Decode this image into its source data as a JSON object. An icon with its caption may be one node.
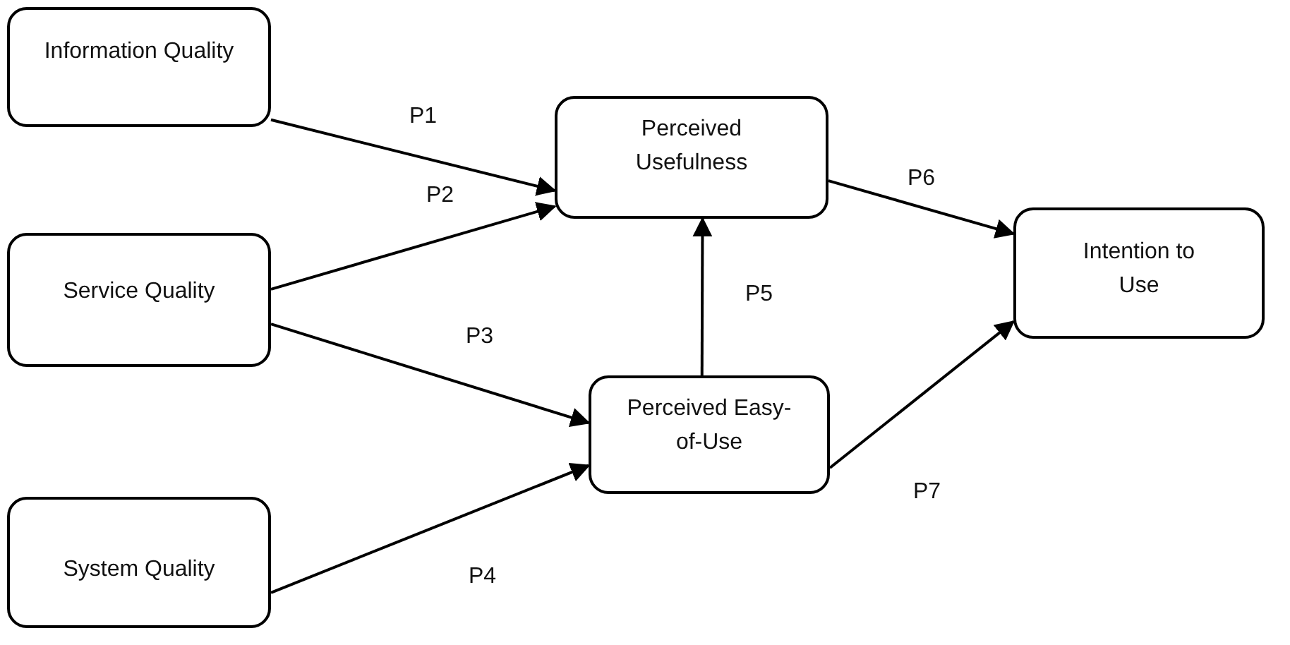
{
  "diagram": {
    "nodes": [
      {
        "text": [
          "Information Quality"
        ]
      },
      {
        "text": [
          "Service Quality"
        ]
      },
      {
        "text": [
          "System Quality"
        ]
      },
      {
        "text": [
          "Perceived Usefulness"
        ]
      },
      {
        "text": [
          "Perceived Easy-of-Use"
        ]
      },
      {
        "text": [
          "Intention to Use"
        ]
      }
    ],
    "edges": [
      {
        "from": 0,
        "to": 3,
        "arrow": "to",
        "label": "P1"
      },
      {
        "from": 1,
        "to": 3,
        "arrow": "to",
        "label": "P2"
      },
      {
        "from": 1,
        "to": 4,
        "arrow": "to",
        "label": "P3"
      },
      {
        "from": 2,
        "to": 4,
        "arrow": "to",
        "label": "P4"
      },
      {
        "from": 4,
        "to": 3,
        "arrow": "to",
        "label": "P5"
      },
      {
        "from": 3,
        "to": 5,
        "arrow": "to",
        "label": "P6"
      },
      {
        "from": 4,
        "to": 5,
        "arrow": "to",
        "label": "P7"
      }
    ]
  }
}
